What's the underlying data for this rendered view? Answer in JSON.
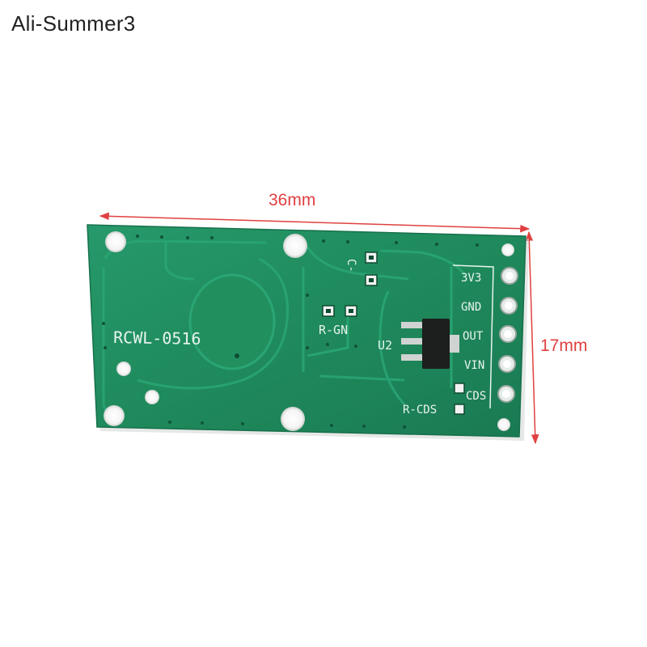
{
  "watermark": "Ali-Summer3",
  "dimensions": {
    "width_label": "36mm",
    "height_label": "17mm",
    "arrow_color": "#e04040"
  },
  "board": {
    "model": "RCWL-0516",
    "color": "#1f8a5c",
    "labels": {
      "r_gn": "R-GN",
      "u2": "U2",
      "r_cds": "R-CDS",
      "c_mark": "C-"
    },
    "pins": [
      "3V3",
      "GND",
      "OUT",
      "VIN",
      "CDS"
    ]
  }
}
